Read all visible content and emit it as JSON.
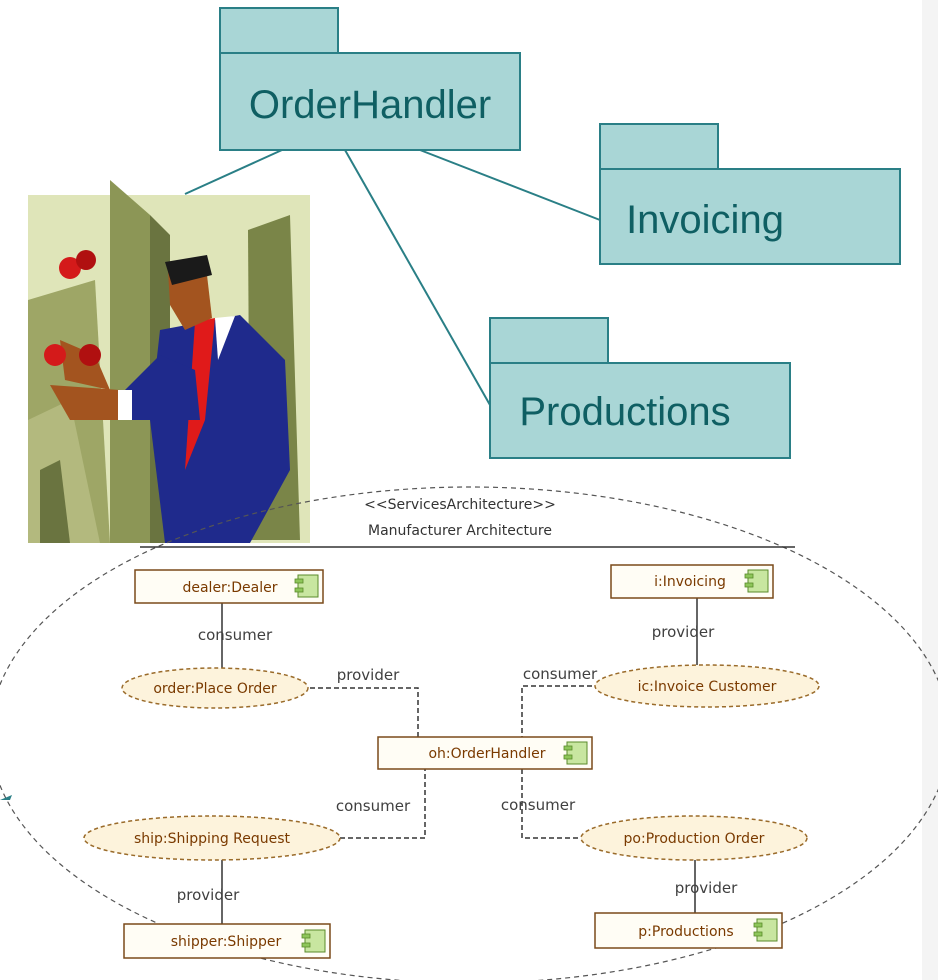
{
  "packages": {
    "order_handler": "OrderHandler",
    "invoicing": "Invoicing",
    "productions": "Productions"
  },
  "architecture": {
    "stereotype": "<<ServicesArchitecture>>",
    "name": "Manufacturer Architecture"
  },
  "participants": {
    "dealer": "dealer:Dealer",
    "invoicing": "i:Invoicing",
    "order_handler": "oh:OrderHandler",
    "shipper": "shipper:Shipper",
    "productions": "p:Productions"
  },
  "services": {
    "place_order": "order:Place Order",
    "invoice_customer": "ic:Invoice Customer",
    "shipping_request": "ship:Shipping Request",
    "production_order": "po:Production Order"
  },
  "roles": {
    "dealer_consumer": "consumer",
    "invoicing_provider": "provider",
    "oh_provider": "provider",
    "oh_consumer_invoice": "consumer",
    "oh_consumer_ship": "consumer",
    "oh_consumer_po": "consumer",
    "shipper_provider": "provider",
    "productions_provider": "provider"
  },
  "colors": {
    "package_fill": "#a9d6d6",
    "package_stroke": "#2a7f86",
    "package_text": "#0f5f63",
    "ellipse_fill": "#fdf3dc",
    "ellipse_stroke": "#9a6b2a",
    "box_fill": "#fffdf5",
    "box_stroke": "#7a4a1a"
  },
  "icons": {
    "clip_art": "businessman-juggling-clipart",
    "component": "component-icon"
  }
}
